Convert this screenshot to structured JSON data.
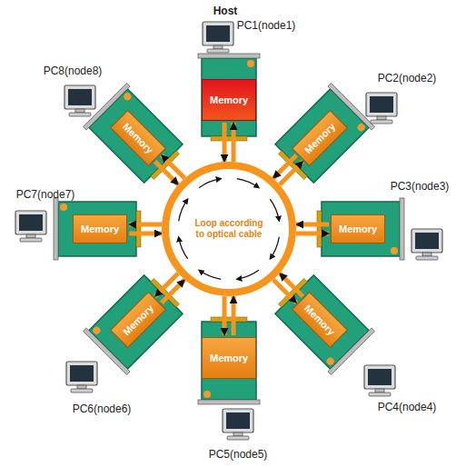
{
  "diagram": {
    "nodes": [
      {
        "text": [
          "Memory"
        ]
      },
      {
        "text": [
          "Memory"
        ]
      },
      {
        "text": [
          "Memory"
        ]
      },
      {
        "text": [
          "Memory"
        ]
      },
      {
        "text": [
          "Memory"
        ]
      },
      {
        "text": [
          "Memory"
        ]
      },
      {
        "text": [
          "Memory"
        ]
      },
      {
        "text": [
          "Memory"
        ]
      },
      {
        "text": [
          "Loop according to optical cable"
        ]
      }
    ],
    "edges": [
      {
        "from": 0,
        "to": 8,
        "arrow": "both"
      },
      {
        "from": 1,
        "to": 8,
        "arrow": "both"
      },
      {
        "from": 2,
        "to": 8,
        "arrow": "both"
      },
      {
        "from": 3,
        "to": 8,
        "arrow": "both"
      },
      {
        "from": 4,
        "to": 8,
        "arrow": "both"
      },
      {
        "from": 5,
        "to": 8,
        "arrow": "both"
      },
      {
        "from": 6,
        "to": 8,
        "arrow": "both"
      },
      {
        "from": 7,
        "to": 8,
        "arrow": "both"
      }
    ],
    "labels": [
      "Host",
      "PC1(node1)",
      "PC2(node2)",
      "PC3(node3)",
      "PC4(node4)",
      "PC5(node5)",
      "PC6(node6)",
      "PC7(node7)",
      "PC8(node8)"
    ]
  }
}
